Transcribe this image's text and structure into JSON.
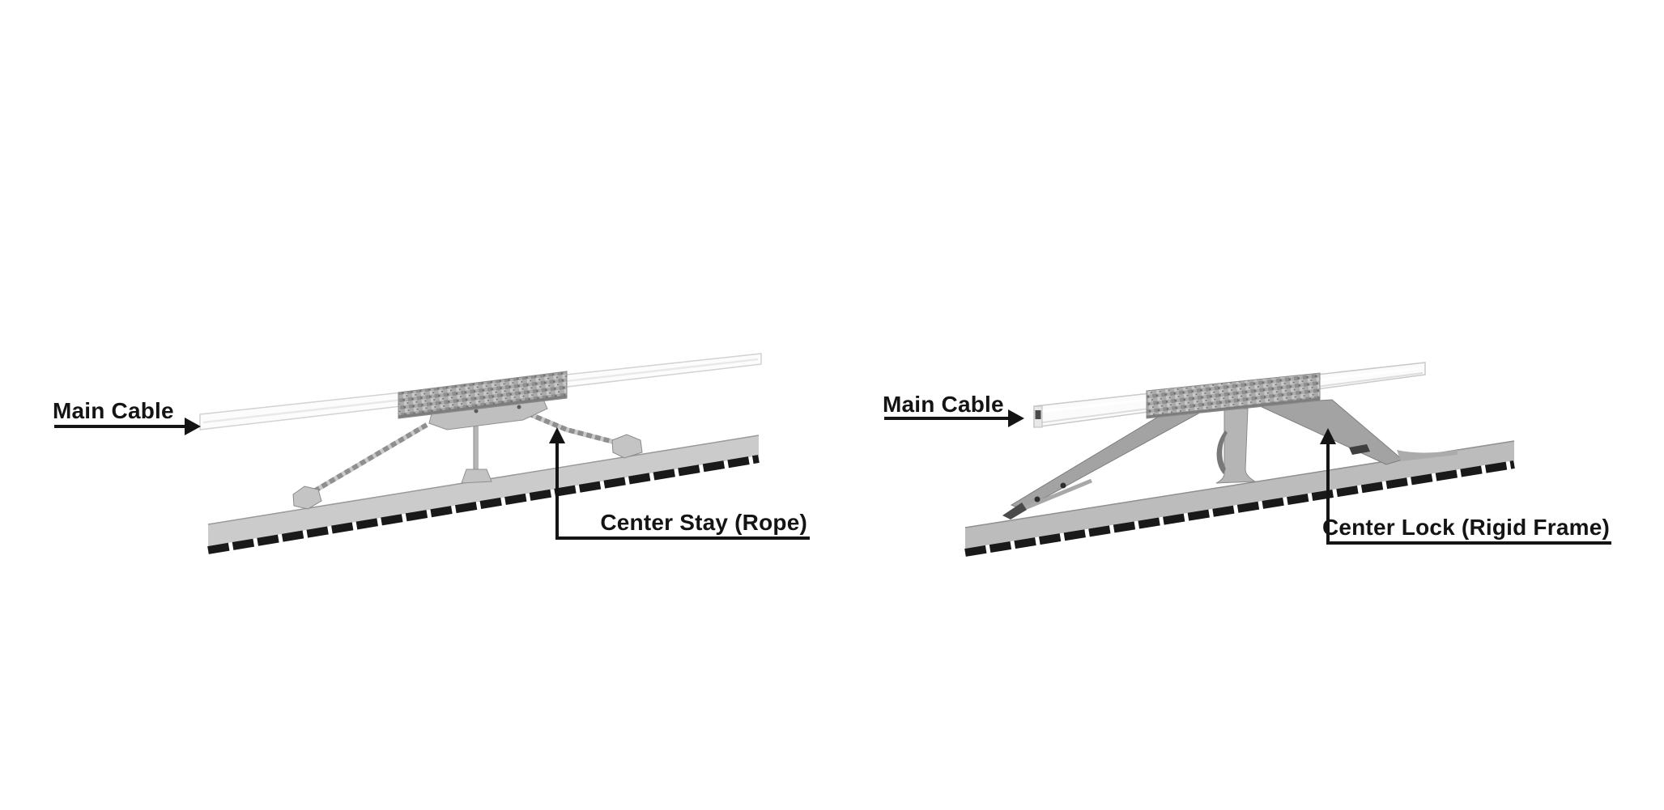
{
  "figure": {
    "background": "#ffffff",
    "text_color": "#141414",
    "panels": [
      {
        "id": "center-stay-rope",
        "cable_label": "Main Cable",
        "component_label": "Center Stay (Rope)"
      },
      {
        "id": "center-lock-rigid-frame",
        "cable_label": "Main Cable",
        "component_label": "Center Lock (Rigid Frame)"
      }
    ],
    "colors": {
      "leader_line": "#141414",
      "beam_face_left": "#cbcbcb",
      "beam_face_right": "#bcbcbc",
      "beam_shadow": "#191919",
      "frame_plate": "#a3a3a3",
      "cable_fill": "#fcfcfc",
      "band_fill": "#a9a9a9"
    }
  }
}
